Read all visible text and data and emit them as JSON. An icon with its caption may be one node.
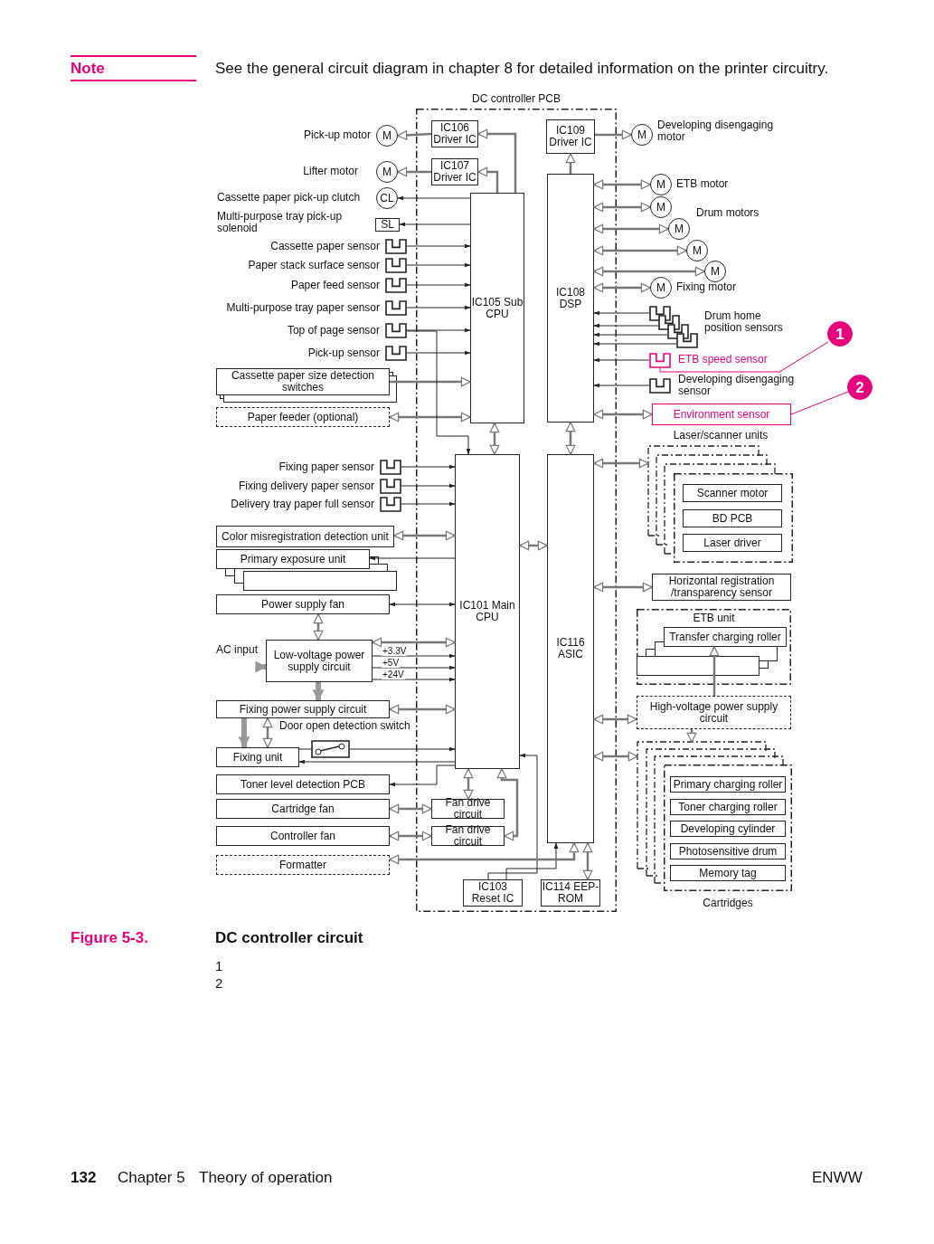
{
  "diagram": {
    "caption": "DC controller circuit",
    "nodes": [
      {
        "text": [
          "DC controller PCB"
        ]
      },
      {
        "text": [
          "IC106 Driver IC"
        ],
        "in": 0
      },
      {
        "text": [
          "IC107 Driver IC"
        ],
        "in": 0
      },
      {
        "text": [
          "IC109 Driver IC"
        ],
        "in": 0
      },
      {
        "text": [
          "IC105 Sub CPU"
        ],
        "in": 0
      },
      {
        "text": [
          "IC108 DSP"
        ],
        "in": 0
      },
      {
        "text": [
          "IC101 Main CPU"
        ],
        "in": 0
      },
      {
        "text": [
          "IC116 ASIC"
        ],
        "in": 0
      },
      {
        "text": [
          "Fan drive circuit"
        ],
        "in": 0
      },
      {
        "text": [
          "Fan drive circuit"
        ],
        "in": 0
      },
      {
        "text": [
          "IC103 Reset IC"
        ],
        "in": 0
      },
      {
        "text": [
          "IC114 EEP-ROM"
        ],
        "in": 0
      },
      {
        "text": [
          "M"
        ],
        "beside": [
          "Pick-up motor"
        ]
      },
      {
        "text": [
          "M"
        ],
        "beside": [
          "Lifter motor"
        ]
      },
      {
        "text": [
          "CL"
        ],
        "beside": [
          "Cassette paper pick-up clutch"
        ]
      },
      {
        "text": [
          "SL"
        ],
        "beside": [
          "Multi-purpose tray pick-up solenoid"
        ]
      },
      {
        "text": [],
        "shape": "box",
        "beside": [
          "Cassette paper sensor"
        ]
      },
      {
        "text": [],
        "shape": "box",
        "beside": [
          "Paper stack surface sensor"
        ]
      },
      {
        "text": [],
        "shape": "box",
        "beside": [
          "Paper feed sensor"
        ]
      },
      {
        "text": [],
        "shape": "box",
        "beside": [
          "Multi-purpose tray paper sensor"
        ]
      },
      {
        "text": [],
        "shape": "box",
        "beside": [
          "Top of page sensor"
        ]
      },
      {
        "text": [],
        "shape": "box",
        "beside": [
          "Pick-up sensor"
        ]
      },
      {
        "text": [
          "Cassette paper size detection switches"
        ]
      },
      {
        "text": [
          "Paper feeder (optional)"
        ]
      },
      {
        "text": [
          "M"
        ],
        "beside": [
          "Developing disengaging motor"
        ]
      },
      {
        "text": [
          "M"
        ],
        "beside": [
          "ETB motor"
        ]
      },
      {
        "text": [
          "M"
        ]
      },
      {
        "text": [
          "M"
        ],
        "beside": [
          "Drum motors"
        ]
      },
      {
        "text": [
          "M"
        ]
      },
      {
        "text": [
          "M"
        ]
      },
      {
        "text": [
          "M"
        ],
        "beside": [
          "Fixing motor"
        ]
      },
      {
        "text": [],
        "shape": "box"
      },
      {
        "text": [],
        "shape": "box"
      },
      {
        "text": [],
        "shape": "box"
      },
      {
        "text": [],
        "shape": "box",
        "beside": [
          "Drum home position sensors"
        ]
      },
      {
        "text": [],
        "shape": "box",
        "beside": [
          "ETB speed sensor"
        ]
      },
      {
        "text": [],
        "shape": "box",
        "beside": [
          "Developing disengaging sensor"
        ]
      },
      {
        "text": [
          "Environment sensor"
        ]
      },
      {
        "text": [
          "1"
        ]
      },
      {
        "text": [
          "2"
        ]
      },
      {
        "text": [
          "Laser/scanner units"
        ]
      },
      {
        "text": [
          "Scanner motor"
        ],
        "in": 40
      },
      {
        "text": [
          "BD PCB"
        ],
        "in": 40
      },
      {
        "text": [
          "Laser driver"
        ],
        "in": 40
      },
      {
        "text": [
          "Horizontal registration /transparency sensor"
        ]
      },
      {
        "text": [
          "ETB unit"
        ]
      },
      {
        "text": [
          "Transfer charging roller"
        ],
        "in": 45
      },
      {
        "text": [
          "High-voltage power supply circuit"
        ]
      },
      {
        "text": [
          "Cartridges"
        ]
      },
      {
        "text": [
          "Primary charging roller"
        ],
        "in": 48
      },
      {
        "text": [
          "Toner charging roller"
        ],
        "in": 48
      },
      {
        "text": [
          "Developing cylinder"
        ],
        "in": 48
      },
      {
        "text": [
          "Photosensitive drum"
        ],
        "in": 48
      },
      {
        "text": [
          "Memory tag"
        ],
        "in": 48
      },
      {
        "text": [],
        "shape": "box",
        "beside": [
          "Fixing paper sensor"
        ]
      },
      {
        "text": [],
        "shape": "box",
        "beside": [
          "Fixing delivery paper sensor"
        ]
      },
      {
        "text": [],
        "shape": "box",
        "beside": [
          "Delivery tray paper full sensor"
        ]
      },
      {
        "text": [
          "Color misregistration detection unit"
        ]
      },
      {
        "text": [
          "Primary exposure unit"
        ]
      },
      {
        "text": [
          "Power supply fan"
        ]
      },
      {
        "text": [
          "AC input"
        ]
      },
      {
        "text": [
          "Low-voltage power supply circuit"
        ]
      },
      {
        "text": [
          "Fixing power supply circuit"
        ]
      },
      {
        "text": [],
        "shape": "switch",
        "beside": [
          "Door open detection switch"
        ]
      },
      {
        "text": [
          "Fixing unit"
        ]
      },
      {
        "text": [
          "Toner level detection PCB"
        ]
      },
      {
        "text": [
          "Cartridge fan"
        ]
      },
      {
        "text": [
          "Controller fan"
        ]
      },
      {
        "text": [
          "Formatter"
        ]
      }
    ],
    "edges": [
      {
        "from": 1,
        "to": 12,
        "arrow": "to"
      },
      {
        "from": 2,
        "to": 13,
        "arrow": "to"
      },
      {
        "from": 4,
        "to": 1,
        "arrow": "to"
      },
      {
        "from": 4,
        "to": 2,
        "arrow": "to"
      },
      {
        "from": 4,
        "to": 14,
        "arrow": "to"
      },
      {
        "from": 4,
        "to": 15,
        "arrow": "to"
      },
      {
        "from": 16,
        "to": 4,
        "arrow": "to"
      },
      {
        "from": 17,
        "to": 4,
        "arrow": "to"
      },
      {
        "from": 18,
        "to": 4,
        "arrow": "to"
      },
      {
        "from": 19,
        "to": 4,
        "arrow": "to"
      },
      {
        "from": 20,
        "to": 4,
        "arrow": "to"
      },
      {
        "from": 21,
        "to": 4,
        "arrow": "to"
      },
      {
        "from": 22,
        "to": 4,
        "arrow": "to"
      },
      {
        "from": 23,
        "to": 4,
        "arrow": "both"
      },
      {
        "from": 5,
        "to": 3,
        "arrow": "to"
      },
      {
        "from": 3,
        "to": 24,
        "arrow": "to"
      },
      {
        "from": 5,
        "to": 25,
        "arrow": "both"
      },
      {
        "from": 5,
        "to": 26,
        "arrow": "both"
      },
      {
        "from": 5,
        "to": 27,
        "arrow": "both"
      },
      {
        "from": 5,
        "to": 28,
        "arrow": "both"
      },
      {
        "from": 5,
        "to": 29,
        "arrow": "both"
      },
      {
        "from": 5,
        "to": 30,
        "arrow": "both"
      },
      {
        "from": 31,
        "to": 5,
        "arrow": "to"
      },
      {
        "from": 32,
        "to": 5,
        "arrow": "to"
      },
      {
        "from": 33,
        "to": 5,
        "arrow": "to"
      },
      {
        "from": 34,
        "to": 5,
        "arrow": "to"
      },
      {
        "from": 35,
        "to": 5,
        "arrow": "to"
      },
      {
        "from": 36,
        "to": 5,
        "arrow": "to"
      },
      {
        "from": 5,
        "to": 37,
        "arrow": "both"
      },
      {
        "from": 38,
        "to": 35,
        "arrow": "none",
        "color": "#e6007e"
      },
      {
        "from": 39,
        "to": 37,
        "arrow": "none",
        "color": "#e6007e"
      },
      {
        "from": 4,
        "to": 6,
        "arrow": "both"
      },
      {
        "from": 5,
        "to": 7,
        "arrow": "both"
      },
      {
        "from": 6,
        "to": 7,
        "arrow": "both"
      },
      {
        "from": 20,
        "to": 6,
        "arrow": "to"
      },
      {
        "from": 54,
        "to": 6,
        "arrow": "to"
      },
      {
        "from": 55,
        "to": 6,
        "arrow": "to"
      },
      {
        "from": 56,
        "to": 6,
        "arrow": "to"
      },
      {
        "from": 57,
        "to": 6,
        "arrow": "both"
      },
      {
        "from": 6,
        "to": 58,
        "arrow": "to"
      },
      {
        "from": 6,
        "to": 59,
        "arrow": "both"
      },
      {
        "from": 59,
        "to": 61,
        "arrow": "both"
      },
      {
        "from": 60,
        "to": 61,
        "arrow": "to",
        "style": "thick",
        "color": "#9a9a9a"
      },
      {
        "from": 61,
        "to": 6,
        "arrow": "both"
      },
      {
        "from": 61,
        "to": 6,
        "arrow": "to",
        "label": "+3.3V"
      },
      {
        "from": 61,
        "to": 6,
        "arrow": "to",
        "label": "+5V"
      },
      {
        "from": 61,
        "to": 6,
        "arrow": "to",
        "label": "+24V"
      },
      {
        "from": 61,
        "to": 62,
        "arrow": "to",
        "style": "thick",
        "color": "#9a9a9a"
      },
      {
        "from": 62,
        "to": 6,
        "arrow": "both"
      },
      {
        "from": 62,
        "to": 64,
        "arrow": "to",
        "style": "thick",
        "color": "#9a9a9a"
      },
      {
        "from": 62,
        "to": 64,
        "arrow": "both"
      },
      {
        "from": 64,
        "to": 63,
        "arrow": "none"
      },
      {
        "from": 63,
        "to": 6,
        "arrow": "to"
      },
      {
        "from": 6,
        "to": 64,
        "arrow": "to"
      },
      {
        "from": 6,
        "to": 65,
        "arrow": "to"
      },
      {
        "from": 6,
        "to": 8,
        "arrow": "both"
      },
      {
        "from": 8,
        "to": 66,
        "arrow": "both"
      },
      {
        "from": 6,
        "to": 9,
        "arrow": "both"
      },
      {
        "from": 9,
        "to": 67,
        "arrow": "both"
      },
      {
        "from": 10,
        "to": 6,
        "arrow": "to"
      },
      {
        "from": 10,
        "to": 7,
        "arrow": "to"
      },
      {
        "from": 68,
        "to": 7,
        "arrow": "both"
      },
      {
        "from": 11,
        "to": 7,
        "arrow": "both"
      },
      {
        "from": 7,
        "to": 40,
        "arrow": "both"
      },
      {
        "from": 7,
        "to": 44,
        "arrow": "both"
      },
      {
        "from": 47,
        "to": 46,
        "arrow": "to"
      },
      {
        "from": 7,
        "to": 47,
        "arrow": "both"
      },
      {
        "from": 47,
        "to": 48,
        "arrow": "to"
      },
      {
        "from": 7,
        "to": 48,
        "arrow": "both"
      }
    ],
    "labels": [
      "Note",
      "See the general circuit diagram in chapter 8 for detailed information on the printer circuitry.",
      "Figure 5-3.",
      "1",
      "2",
      "132",
      "Chapter 5",
      "Theory of operation",
      "ENWW"
    ]
  }
}
